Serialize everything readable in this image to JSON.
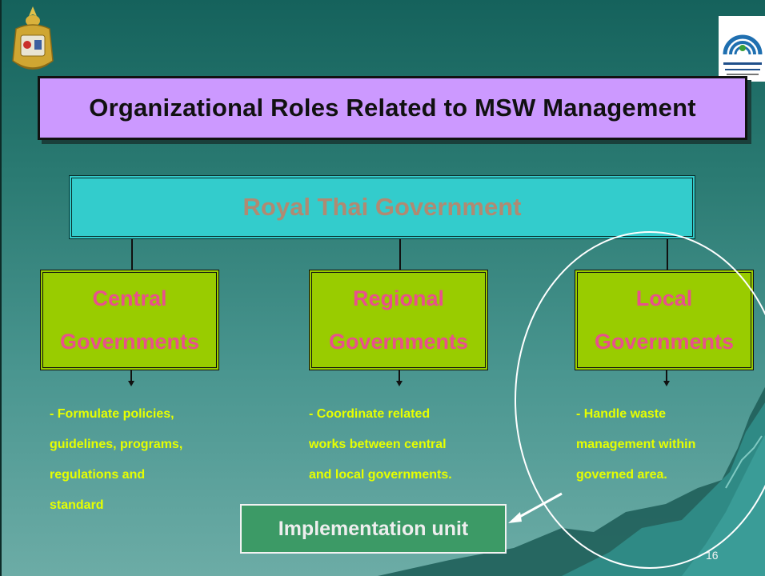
{
  "title": "Organizational Roles Related to MSW Management",
  "top_node": "Royal Thai Government",
  "units": [
    {
      "line1": "Central",
      "line2": "Governments",
      "desc": [
        "- Formulate policies,",
        "guidelines, programs,",
        "regulations and",
        "standard"
      ]
    },
    {
      "line1": "Regional",
      "line2": "Governments",
      "desc": [
        "- Coordinate related",
        "works between central",
        "and local governments."
      ]
    },
    {
      "line1": "Local",
      "line2": "Governments",
      "desc": [
        "- Handle waste",
        "management within",
        "governed area."
      ]
    }
  ],
  "implementation": "Implementation unit",
  "page_number": "16",
  "colors": {
    "background": "#2a7a72",
    "title_fill": "#cc99ff",
    "top_node_fill": "#33cccc",
    "top_node_text": "#b08a72",
    "unit_fill": "#99cc00",
    "unit_text": "#e8508c",
    "desc_text": "#e6ff00",
    "impl_fill": "#3c9a66"
  },
  "icons": [
    "royal-seal-logo-icon",
    "pollution-control-department-logo-icon"
  ]
}
